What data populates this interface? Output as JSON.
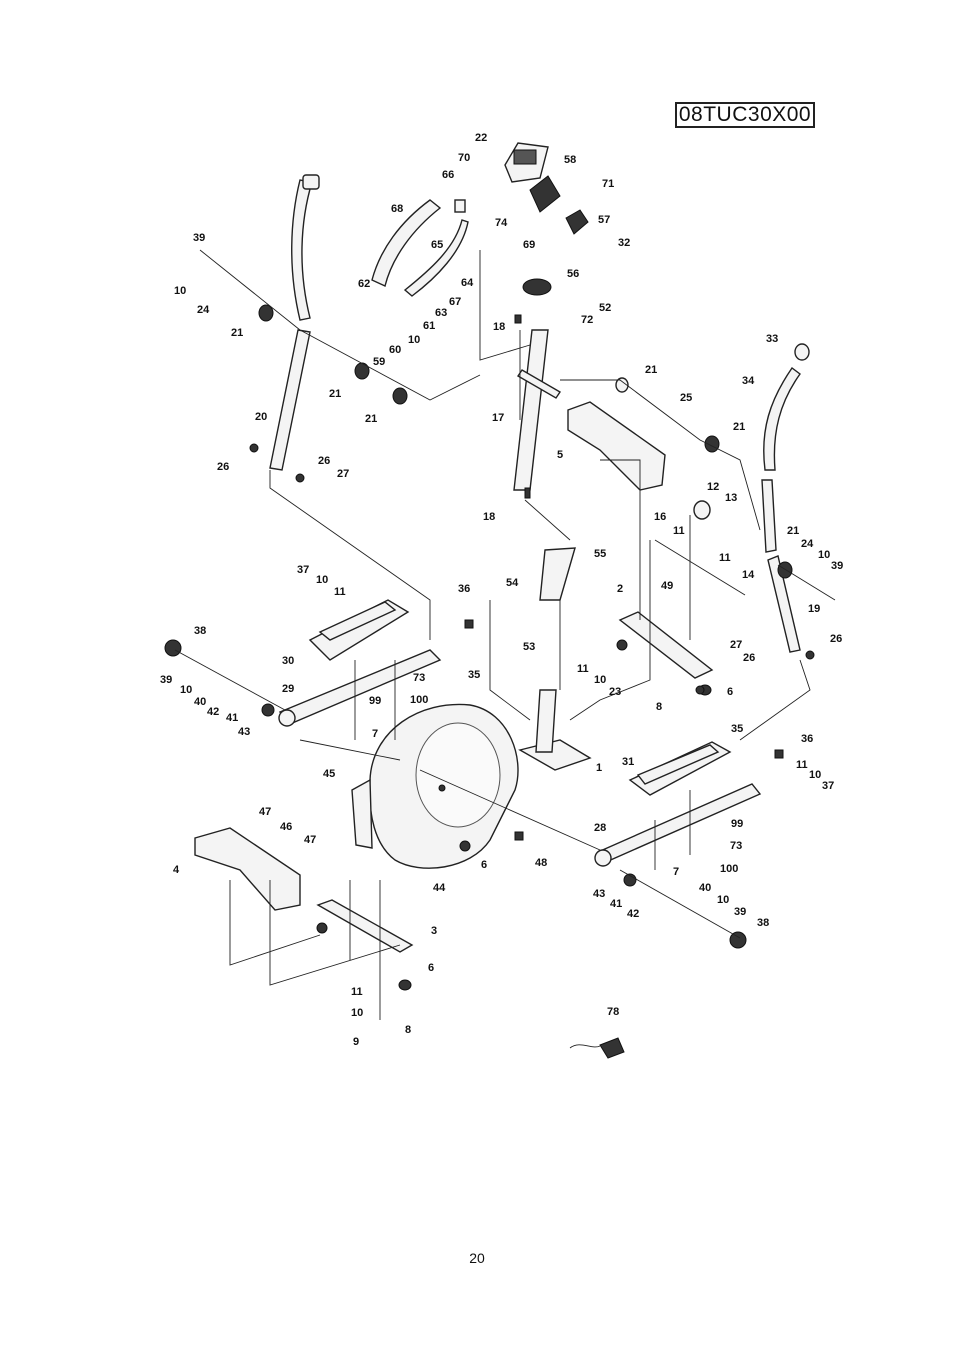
{
  "header": {
    "model_code": "08TUC30X00"
  },
  "footer": {
    "page_number": "20"
  },
  "diagram": {
    "labels": {
      "p22": "22",
      "p70": "70",
      "p58": "58",
      "p66": "66",
      "p71": "71",
      "p74": "74",
      "p68": "68",
      "p57": "57",
      "p69": "69",
      "p32": "32",
      "p39a": "39",
      "p65": "65",
      "p64": "64",
      "p56": "56",
      "p10a": "10",
      "p62": "62",
      "p24a": "24",
      "p67": "67",
      "p52": "52",
      "p21a": "21",
      "p63": "63",
      "p61": "61",
      "p72": "72",
      "p18a": "18",
      "p10b": "10",
      "p60": "60",
      "p59": "59",
      "p33": "33",
      "p34": "34",
      "p21b": "21",
      "p21c": "21",
      "p17": "17",
      "p21d": "21",
      "p25": "25",
      "p20": "20",
      "p21e": "21",
      "p5": "5",
      "p26a": "26",
      "p26b": "26",
      "p27a": "27",
      "p12": "12",
      "p13": "13",
      "p18b": "18",
      "p16": "16",
      "p11a": "11",
      "p21f": "21",
      "p24b": "24",
      "p10c": "10",
      "p39b": "39",
      "p55": "55",
      "p11b": "11",
      "p37a": "37",
      "p10d": "10",
      "p11c": "11",
      "p54": "54",
      "p14": "14",
      "p36a": "36",
      "p49": "49",
      "p19": "19",
      "p2": "2",
      "p38a": "38",
      "p27b": "27",
      "p26c": "26",
      "p26d": "26",
      "p30": "30",
      "p53": "53",
      "p35a": "35",
      "p11d": "11",
      "p10e": "10",
      "p39c": "39",
      "p10f": "10",
      "p73a": "73",
      "p40a": "40",
      "p29": "29",
      "p99a": "99",
      "p23": "23",
      "p42a": "42",
      "p100a": "100",
      "p6a": "6",
      "p41a": "41",
      "p8a": "8",
      "p43a": "43",
      "p7a": "7",
      "p35b": "35",
      "p36b": "36",
      "p45": "45",
      "p1": "1",
      "p31": "31",
      "p11e": "11",
      "p10g": "10",
      "p37b": "37",
      "p47a": "47",
      "p46": "46",
      "p47b": "47",
      "p99b": "99",
      "p28": "28",
      "p73b": "73",
      "p4": "4",
      "p6b": "6",
      "p48": "48",
      "p7b": "7",
      "p100b": "100",
      "p44": "44",
      "p43b": "43",
      "p40b": "40",
      "p41b": "41",
      "p10h": "10",
      "p42b": "42",
      "p39d": "39",
      "p38b": "38",
      "p3": "3",
      "p6c": "6",
      "p11f": "11",
      "p10i": "10",
      "p9": "9",
      "p8b": "8",
      "p78": "78"
    }
  }
}
